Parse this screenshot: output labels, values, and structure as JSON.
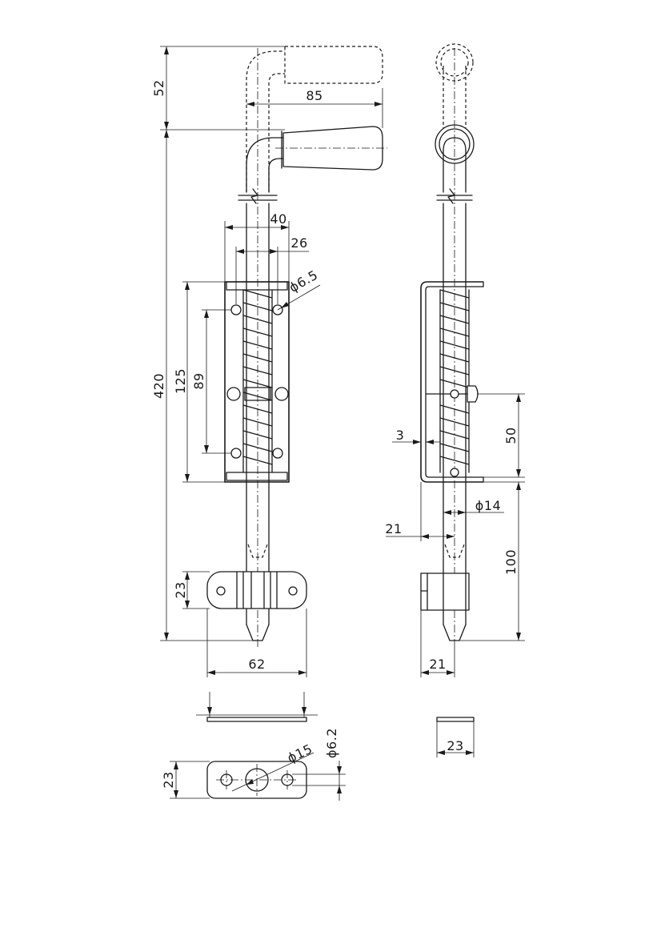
{
  "drawing": {
    "dimensions": {
      "handle_rise": "52",
      "handle_reach": "85",
      "total_length": "420",
      "plate_outer_width": "40",
      "plate_inner_width": "26",
      "hole_dia": "ϕ6.5",
      "plate_length": "125",
      "hole_spacing": "89",
      "keeper_height": "23",
      "keeper_width": "62",
      "keeper_plan_height": "23",
      "keeper_bore": "ϕ15",
      "keeper_hole": "ϕ6.2",
      "side_thickness": "3",
      "side_knob_offset": "50",
      "pin_dia": "ϕ14",
      "pin_offset": "21",
      "tip_length": "100",
      "keeper_depth": "21",
      "keeper_side_width": "23"
    }
  }
}
